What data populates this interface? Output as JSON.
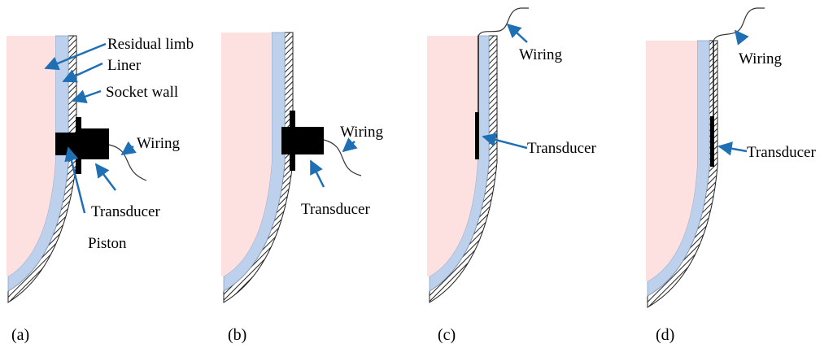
{
  "colors": {
    "limb": "#fde0e0",
    "liner": "#bdd0ec",
    "wall_hatch": "#222222",
    "device": "#000000",
    "arrow": "#1f6fb5",
    "wire": "#333333"
  },
  "panel_a": {
    "caption": "(a)",
    "label_residual_limb": "Residual limb",
    "label_liner": "Liner",
    "label_socket_wall": "Socket wall",
    "label_wiring": "Wiring",
    "label_transducer": "Transducer",
    "label_piston": "Piston"
  },
  "panel_b": {
    "caption": "(b)",
    "label_wiring": "Wiring",
    "label_transducer": "Transducer"
  },
  "panel_c": {
    "caption": "(c)",
    "label_wiring": "Wiring",
    "label_transducer": "Transducer"
  },
  "panel_d": {
    "caption": "(d)",
    "label_wiring": "Wiring",
    "label_transducer": "Transducer"
  }
}
